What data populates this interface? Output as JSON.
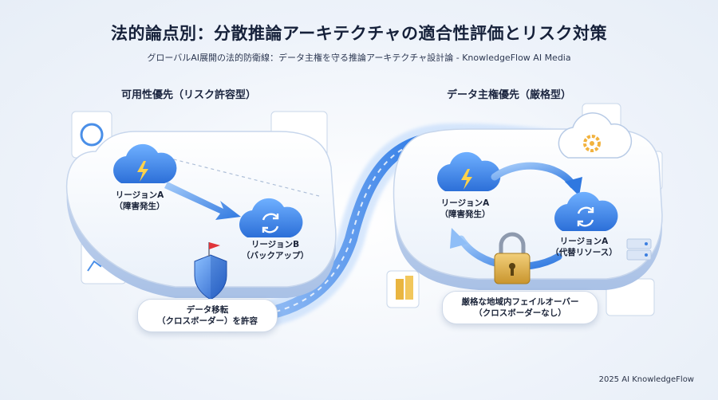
{
  "title": "法的論点別：分散推論アーキテクチャの適合性評価とリスク対策",
  "subtitle": "グローバルAI展開の法的防衛線：データ主権を守る推論アーキテクチャ設計論 - KnowledgeFlow AI Media",
  "left_panel": {
    "heading": "可用性優先（リスク許容型）",
    "region_a": "リージョンA\n（障害発生）",
    "region_b": "リージョンB\n（バックアップ）",
    "transfer_label": "データ移転\n（クロスボーダー）を許容"
  },
  "right_panel": {
    "heading": "データ主権優先（厳格型）",
    "region_a": "リージョンA\n（障害発生）",
    "region_a_alt": "リージョンA\n（代替リソース）",
    "failover_label": "厳格な地域内フェイルオーバー\n（クロスボーダーなし）"
  },
  "footer": "2025 AI KnowledgeFlow",
  "colors": {
    "accent": "#3b7fe0",
    "accent_light": "#9cc3f5",
    "warning": "#f5b000",
    "lock": "#e0b24a",
    "flag": "#e0353a"
  },
  "icons": [
    "lightning-cloud-icon",
    "sync-cloud-icon",
    "shield-icon",
    "flag-icon",
    "padlock-icon",
    "gear-cloud-icon",
    "bar-chart-icon",
    "monitor-icon"
  ]
}
